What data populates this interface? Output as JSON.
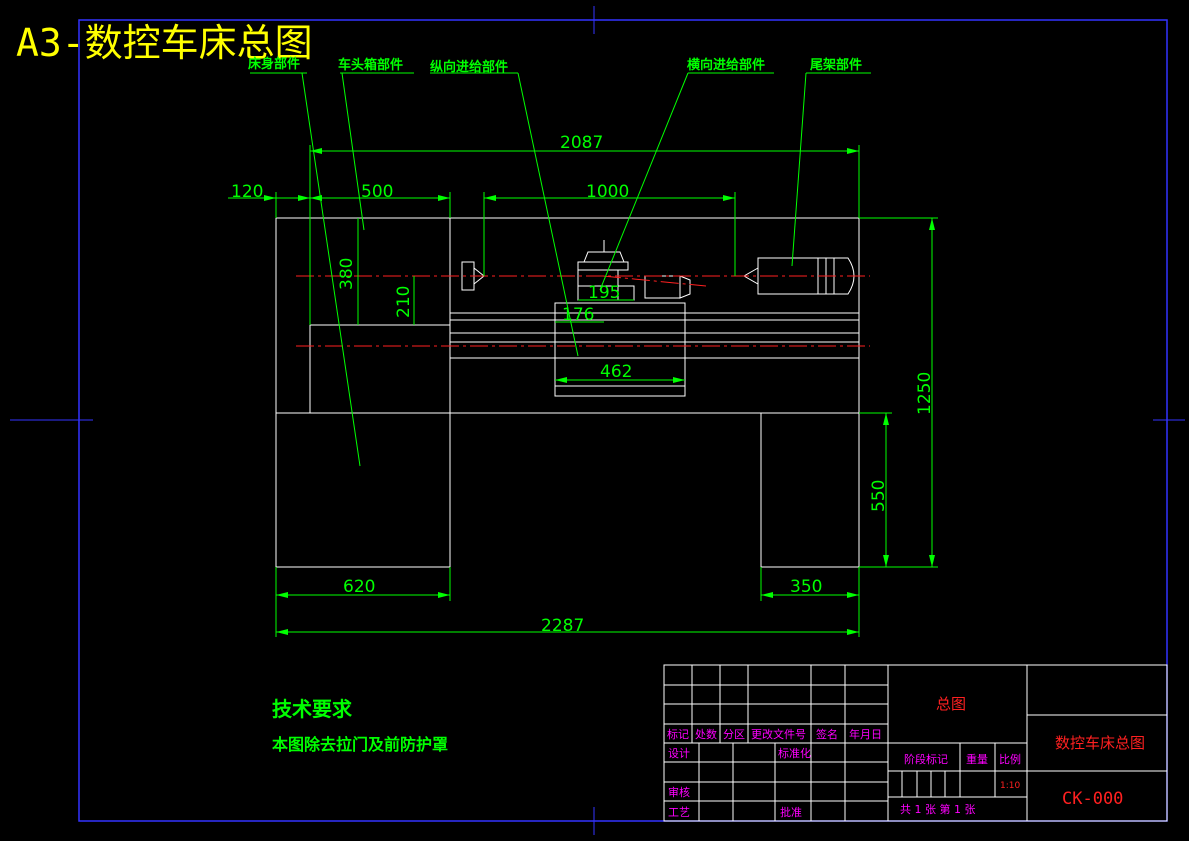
{
  "title": "A3-数控车床总图",
  "part_labels": {
    "bed": "床身部件",
    "headstock": "车头箱部件",
    "longitudinal_feed": "纵向进给部件",
    "cross_feed": "横向进给部件",
    "tailstock": "尾架部件"
  },
  "dimensions": {
    "d2087": "2087",
    "d120": "120",
    "d500": "500",
    "d1000": "1000",
    "d380": "380",
    "d210": "210",
    "d195": "195",
    "d176": "176",
    "d462": "462",
    "d1250": "1250",
    "d550": "550",
    "d620": "620",
    "d350": "350",
    "d2287": "2287"
  },
  "notes": {
    "heading": "技术要求",
    "text": "本图除去拉门及前防护罩"
  },
  "title_block": {
    "headers": [
      "标记",
      "处数",
      "分区",
      "更改文件号",
      "签名",
      "年月日"
    ],
    "design": "设计",
    "standardization": "标准化",
    "review": "审核",
    "process": "工艺",
    "approve": "批准",
    "stage_mark": "阶段标记",
    "weight": "重量",
    "scale": "比例",
    "scale_value": "1:10",
    "sheet_info": "共 1 张 第 1 张",
    "drawing_name": "总图",
    "product_name": "数控车床总图",
    "drawing_number": "CK-000"
  },
  "colors": {
    "background": "#000000",
    "outline": "#ffffff",
    "dimension": "#00ff00",
    "centerline": "#ff0000",
    "frame": "#0000ff",
    "title": "#ffff00",
    "table_text": "#ff00ff"
  }
}
